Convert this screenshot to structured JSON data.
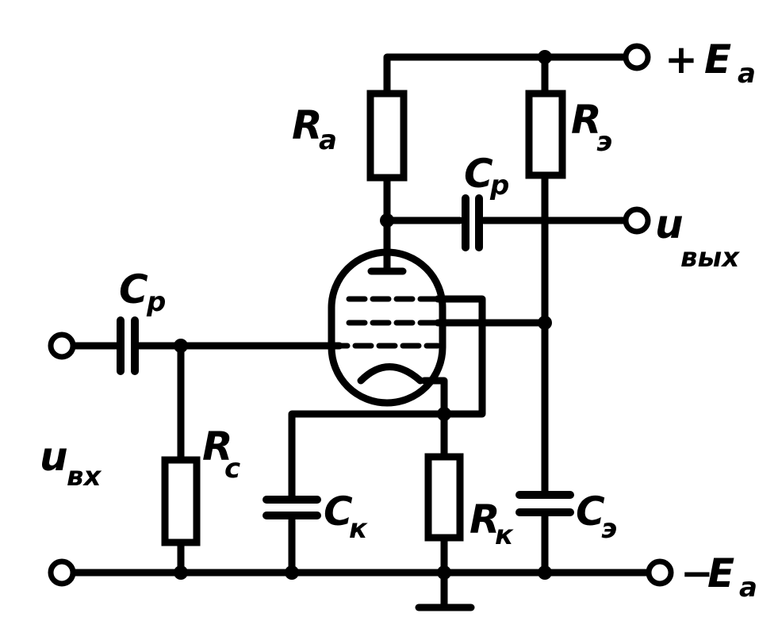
{
  "labels": {
    "supply_pos_sign": "+",
    "supply_pos": "E",
    "supply_pos_sub": "a",
    "supply_neg_sign": "−",
    "supply_neg": "E",
    "supply_neg_sub": "a",
    "r_anode": "R",
    "r_anode_sub": "a",
    "r_screen": "R",
    "r_screen_sub": "э",
    "c_coupling_out": "C",
    "c_coupling_out_sub": "p",
    "c_coupling_in": "C",
    "c_coupling_in_sub": "p",
    "u_out": "u",
    "u_out_sub": "вых",
    "u_in": "u",
    "u_in_sub": "вх",
    "r_grid": "R",
    "r_grid_sub": "c",
    "c_cathode": "C",
    "c_cathode_sub": "к",
    "r_cathode": "R",
    "r_cathode_sub": "к",
    "c_screen": "C",
    "c_screen_sub": "э"
  }
}
